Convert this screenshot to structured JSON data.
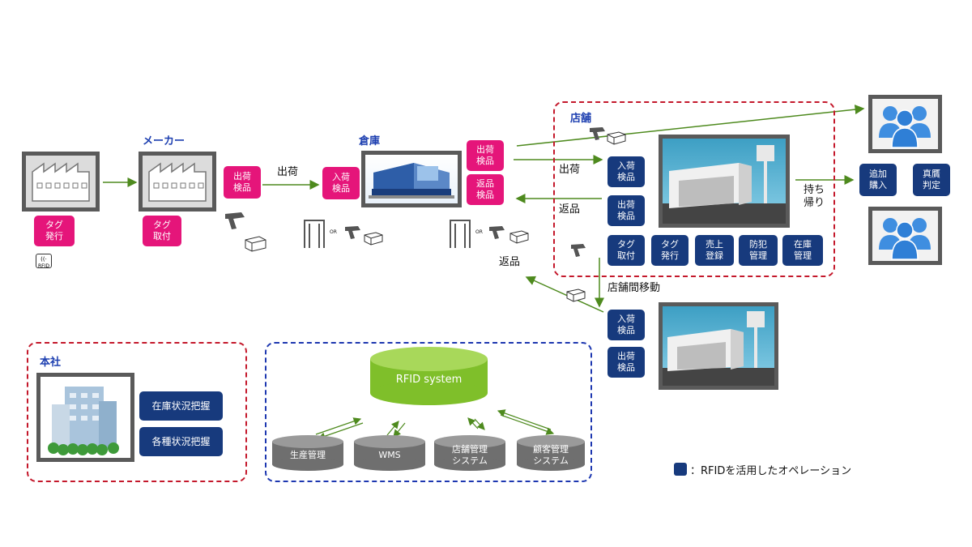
{
  "sections": {
    "maker": "メーカー",
    "warehouse": "倉庫",
    "store": "店舗",
    "hq": "本社"
  },
  "factory_left": {
    "tag_issue": "タグ\n発行",
    "rfid_badge": "RFID"
  },
  "maker": {
    "tag_attach": "タグ\n取付",
    "ship_inspect": "出荷\n検品"
  },
  "flow": {
    "ship1": "出荷",
    "ship2": "出荷",
    "return1": "返品",
    "return2": "返品",
    "takeout": "持ち\n帰り",
    "transfer": "店舗間移動",
    "or1": "OR",
    "or2": "OR"
  },
  "warehouse": {
    "receive_inspect": "入荷\n検品",
    "ship_inspect": "出荷\n検品",
    "return_inspect": "返品\n検品"
  },
  "store": {
    "receive_inspect": "入荷\n検品",
    "ship_inspect": "出荷\n検品",
    "ops": [
      "タグ\n取付",
      "タグ\n発行",
      "売上\n登録",
      "防犯\n管理",
      "在庫\n管理"
    ]
  },
  "customer": {
    "additional_purchase": "追加\n購入",
    "authenticity": "真贋\n判定"
  },
  "store2": {
    "receive_inspect": "入荷\n検品",
    "ship_inspect": "出荷\n検品"
  },
  "hq": {
    "items": [
      "在庫状況把握",
      "各種状況把握"
    ]
  },
  "system": {
    "core": "RFID system",
    "dbs": [
      "生産管理",
      "WMS",
      "店舗管理\nシステム",
      "顧客管理\nシステム"
    ]
  },
  "legend": {
    "text": "：RFIDを活用したオペレーション"
  },
  "colors": {
    "pink": "#e5157a",
    "navy": "#173a7d",
    "arrow_green": "#4e8a1e",
    "db_green": "#7fbf2a",
    "db_gray": "#6f6f6f",
    "dash_red": "#c4182b",
    "dash_blue": "#1d37b0"
  },
  "icons": [
    "factory-icon",
    "warehouse-icon",
    "store-icon",
    "office-building-icon",
    "people-icon",
    "rfid-reader-icon",
    "box-icon",
    "rfid-gate-icon",
    "rfid-tag-icon"
  ]
}
